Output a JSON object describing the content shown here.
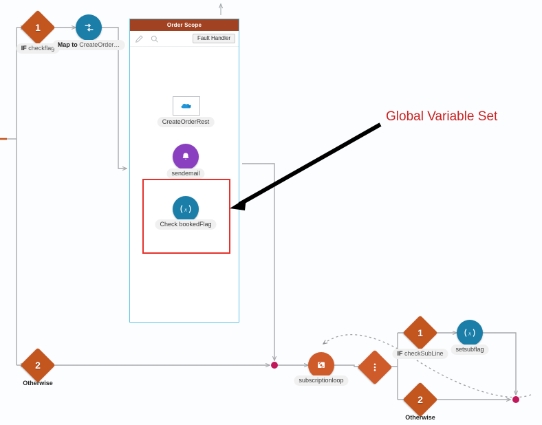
{
  "diagram": {
    "title": "Integration Flow Canvas",
    "annotation": {
      "text": "Global Variable Set",
      "color": "#cc2222"
    },
    "scope": {
      "title": "Order Scope",
      "fault_handler_label": "Fault Handler",
      "header_color": "#a14322",
      "border_color": "#5bc8e8",
      "toolbar_icons": [
        {
          "name": "edit-pencil-icon",
          "glyph": "✎"
        },
        {
          "name": "zoom-refresh-icon",
          "glyph": "↻"
        }
      ]
    },
    "highlight": {
      "color": "#e8312a"
    },
    "nodes": [
      {
        "id": "if-checkflag",
        "shape": "diamond",
        "number": "1",
        "label_bold": "IF",
        "label_rest": "checkflag",
        "color": "#c3551f"
      },
      {
        "id": "map-to-createorder",
        "shape": "circle",
        "icon": "transform-icon",
        "label_bold": "Map to",
        "label_rest": "CreateOrder…",
        "color": "#1a7ea8"
      },
      {
        "id": "createorderrest",
        "shape": "square",
        "icon": "cloud-connector-icon",
        "label_rest": "CreateOrderRest",
        "color": "#2196d8"
      },
      {
        "id": "sendemail",
        "shape": "circle",
        "icon": "bell-icon",
        "label_rest": "sendemail",
        "color": "#8a3fc0"
      },
      {
        "id": "check-bookedflag",
        "shape": "circle",
        "icon": "variable-icon",
        "label_rest": "Check  bookedFlag",
        "color": "#1a7ea8"
      },
      {
        "id": "otherwise-left",
        "shape": "diamond",
        "number": "2",
        "label_rest": "Otherwise",
        "color": "#c3551f"
      },
      {
        "id": "subscriptionloop",
        "shape": "circle",
        "icon": "foreach-loop-icon",
        "label_rest": "subscriptionloop",
        "color": "#cf5b2b"
      },
      {
        "id": "choice-router",
        "shape": "diamond",
        "icon": "choice-icon",
        "color": "#cf5b2b"
      },
      {
        "id": "if-checksubline",
        "shape": "diamond",
        "number": "1",
        "label_bold": "IF",
        "label_rest": "checkSubLine",
        "color": "#c3551f"
      },
      {
        "id": "setsubflag",
        "shape": "circle",
        "icon": "variable-icon",
        "label_rest": "setsubflag",
        "color": "#1a7ea8"
      },
      {
        "id": "otherwise-right",
        "shape": "diamond",
        "number": "2",
        "label_rest": "Otherwise",
        "color": "#c3551f"
      }
    ],
    "colors": {
      "wire": "#a6a9ad",
      "merge_dot": "#c2185b",
      "diamond": "#c3551f",
      "blue_node": "#1a7ea8",
      "purple_node": "#8a3fc0",
      "orange_node": "#cf5b2b"
    }
  }
}
